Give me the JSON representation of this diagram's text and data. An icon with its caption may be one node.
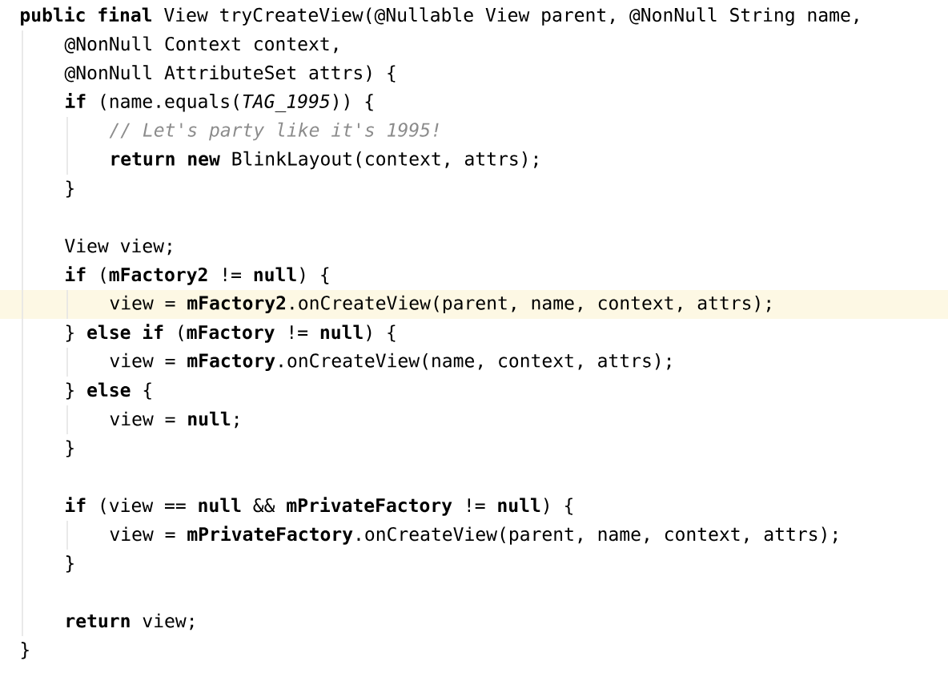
{
  "diagram": {
    "labels": [
      "**public final** View tryCreateView(@Nullable View parent, @NonNull String name,",
      "@NonNull Context context,",
      "@NonNull AttributeSet attrs) {",
      "**if** (name.equals(*TAG_1995*)) {",
      "// Let's party like it's 1995!",
      "**return new** BlinkLayout(context, attrs);",
      "}",
      "View view;",
      "**if** (**mFactory2** != **null**) {",
      "view = **mFactory2**.onCreateView(parent, name, context, attrs);",
      "} **else if** (**mFactory** != **null**) {",
      "view = **mFactory**.onCreateView(name, context, attrs);",
      "} **else** {",
      "view = **null**;",
      "}",
      "**if** (view == **null** && **mPrivateFactory** != **null**) {",
      "view = **mPrivateFactory**.onCreateView(parent, name, context, attrs);",
      "}",
      "**return** view;",
      "}"
    ]
  }
}
